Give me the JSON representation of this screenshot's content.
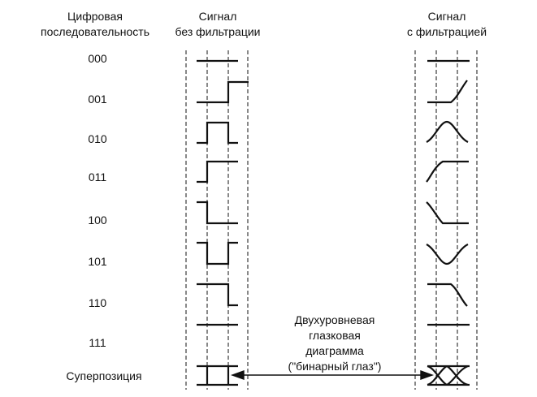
{
  "headers": {
    "sequence": [
      "Цифровая",
      "последовательность"
    ],
    "unfiltered": [
      "Сигнал",
      "без фильтрации"
    ],
    "filtered": [
      "Сигнал",
      "с фильтрацией"
    ]
  },
  "rows": [
    "000",
    "001",
    "010",
    "011",
    "100",
    "101",
    "110",
    "111"
  ],
  "superposition_label": "Суперпозиция",
  "annotation": [
    "Двухуровневая",
    "глазковая",
    "диаграмма",
    "(\"бинарный глаз\")"
  ]
}
